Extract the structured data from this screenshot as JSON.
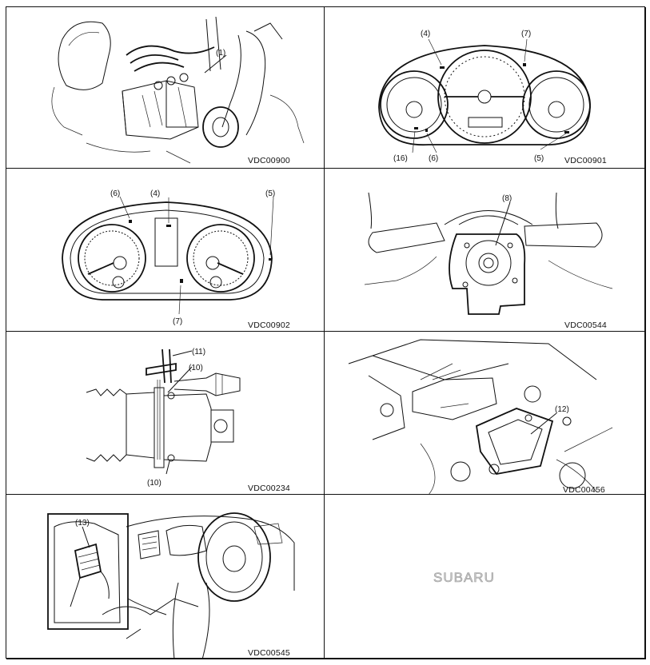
{
  "panels": [
    {
      "code": "VDC00900",
      "callouts": [
        "(1)"
      ]
    },
    {
      "code": "VDC00901",
      "callouts": [
        "(4)",
        "(7)",
        "(16)",
        "(6)",
        "(5)"
      ]
    },
    {
      "code": "VDC00902",
      "callouts": [
        "(6)",
        "(4)",
        "(5)",
        "(7)"
      ]
    },
    {
      "code": "VDC00544",
      "callouts": [
        "(8)"
      ]
    },
    {
      "code": "VDC00234",
      "callouts": [
        "(11)",
        "(10)",
        "(10)"
      ]
    },
    {
      "code": "VDC00456",
      "callouts": [
        "(12)"
      ]
    },
    {
      "code": "VDC00545",
      "callouts": [
        "(13)"
      ]
    }
  ],
  "watermark": "SUBARU"
}
